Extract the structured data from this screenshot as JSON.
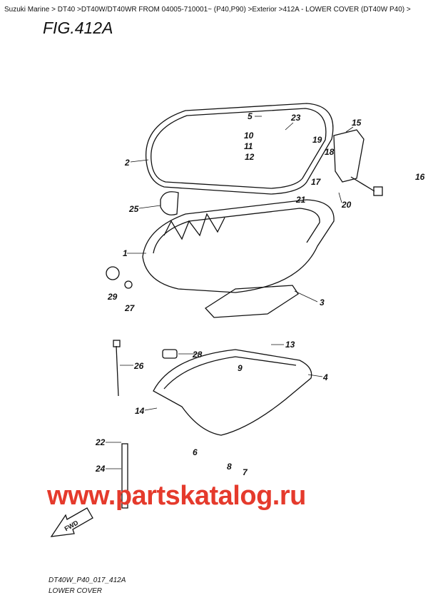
{
  "breadcrumb": [
    "Suzuki Marine",
    "DT40",
    "DT40W/DT40WR FROM 04005-710001~ (P40,P90)",
    "Exterior",
    "412A - LOWER COVER (DT40W P40)"
  ],
  "separator": ">",
  "figure_title": "FIG.412A",
  "watermark": "www.partskatalog.ru",
  "drawing_code": "DT40W_P40_017_412A",
  "drawing_caption": "LOWER COVER",
  "fwd_label": "FWD",
  "parts": [
    "1",
    "2",
    "3",
    "4",
    "5",
    "6",
    "7",
    "8",
    "9",
    "10",
    "11",
    "12",
    "13",
    "14",
    "15",
    "16",
    "17",
    "18",
    "19",
    "20",
    "21",
    "22",
    "23",
    "24",
    "25",
    "26",
    "27",
    "28",
    "29"
  ],
  "watermark_color": "#e53a2c"
}
